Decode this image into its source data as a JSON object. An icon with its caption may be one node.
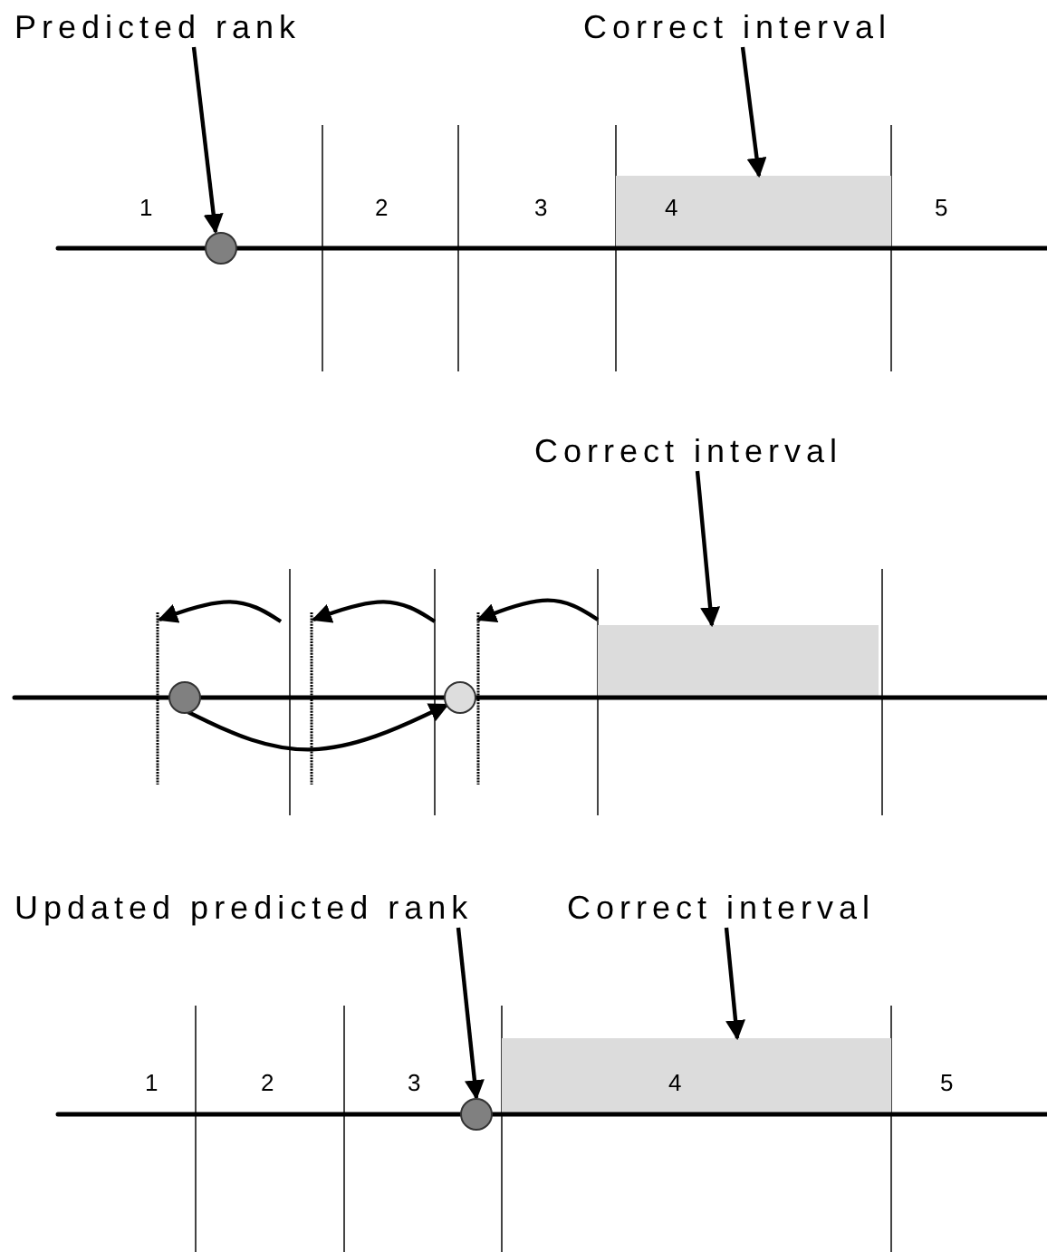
{
  "diagram": {
    "nodes": [
      {
        "text": [
          "Predicted rank"
        ]
      },
      {
        "text": [],
        "shape": "circle"
      },
      {
        "text": [
          "Correct interval"
        ]
      },
      {
        "text": [
          "4"
        ]
      },
      {
        "text": [
          "Correct interval"
        ]
      },
      {
        "text": [],
        "shape": "box"
      },
      {
        "text": [],
        "shape": "circle"
      },
      {
        "text": [],
        "shape": "circle"
      },
      {
        "text": [
          "Updated predicted rank"
        ]
      },
      {
        "text": [
          "Correct interval"
        ]
      },
      {
        "text": [],
        "shape": "circle"
      },
      {
        "text": [
          "4"
        ]
      }
    ],
    "edges": [
      {
        "from": 0,
        "to": 1,
        "arrow": "to"
      },
      {
        "from": 2,
        "to": 3,
        "arrow": "to"
      },
      {
        "from": 4,
        "to": 5,
        "arrow": "to"
      },
      {
        "from": 6,
        "to": 7,
        "arrow": "to"
      },
      {
        "from": 8,
        "to": 10,
        "arrow": "to"
      },
      {
        "from": 9,
        "to": 11,
        "arrow": "to"
      }
    ],
    "labels": [
      "1",
      "2",
      "3",
      "5",
      "1",
      "2",
      "3",
      "5"
    ]
  }
}
